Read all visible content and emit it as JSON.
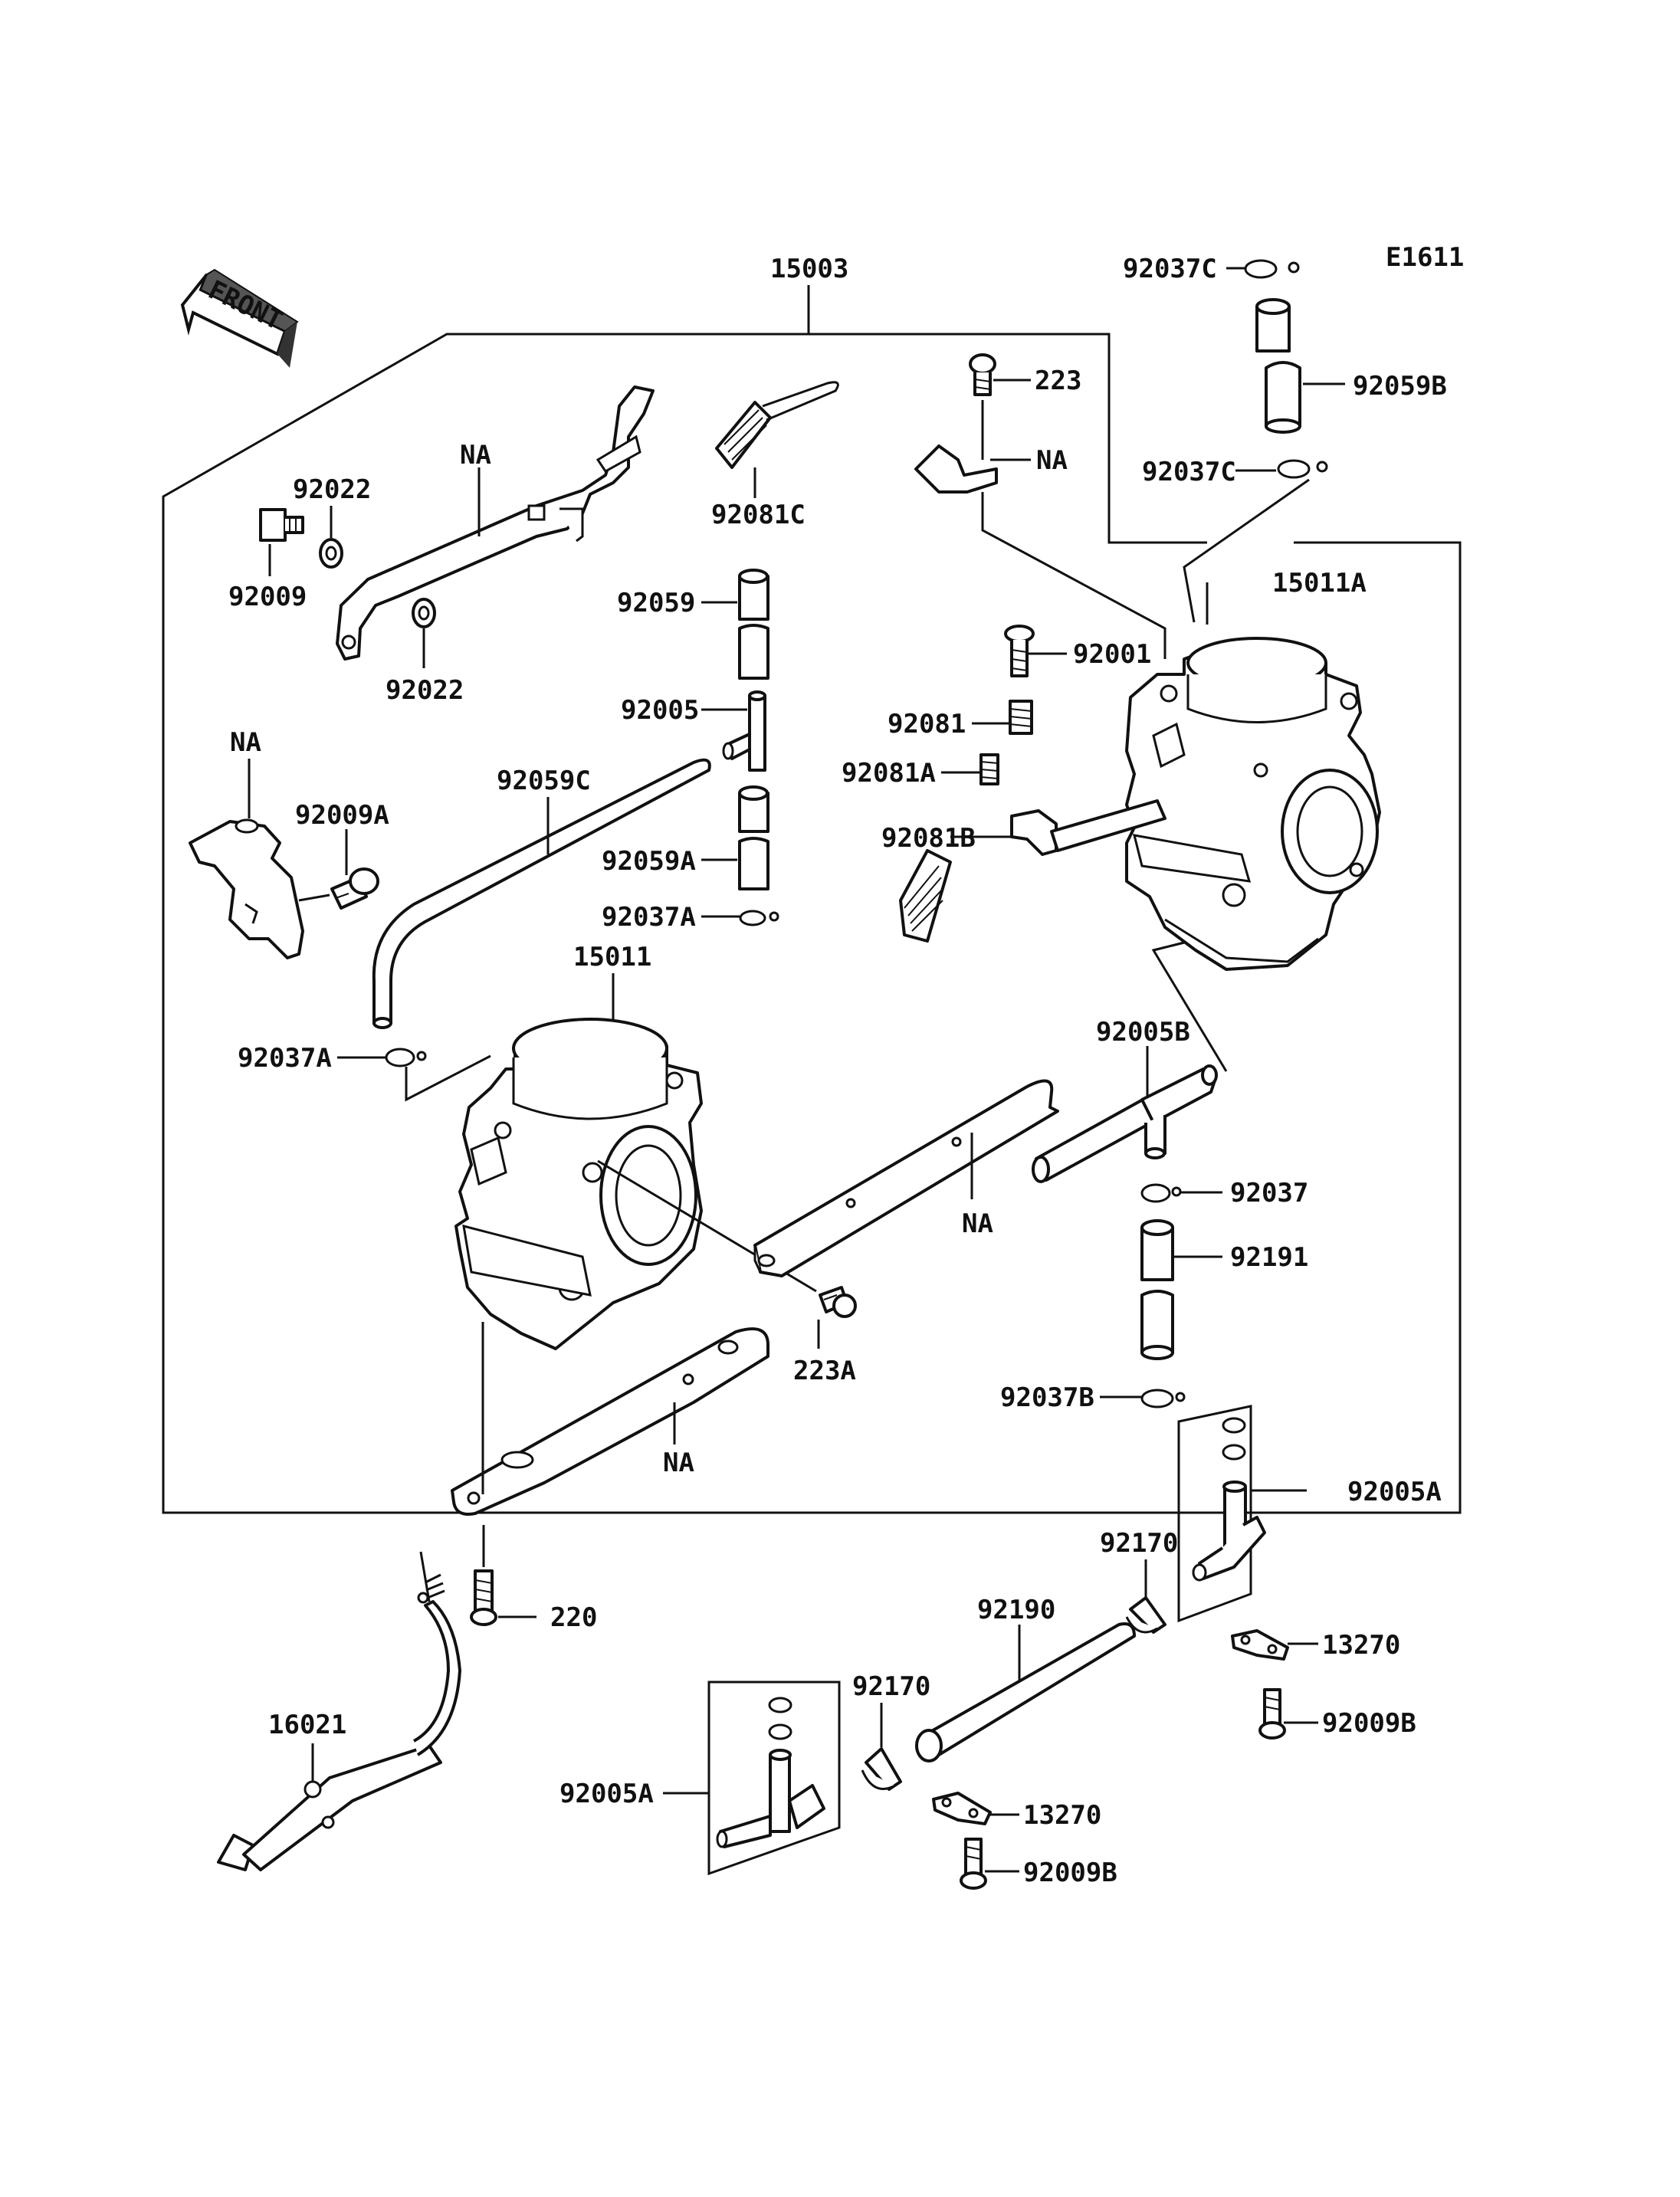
{
  "diagram_code": "E1611",
  "front_arrow": {
    "text": "FRONT"
  },
  "labels": {
    "l15003": "15003",
    "l92037C_top": "92037C",
    "l223": "223",
    "lNA_bracket_top": "NA",
    "l92059B": "92059B",
    "l92037C_mid": "92037C",
    "l15011A": "15011A",
    "lNA_link_arm": "NA",
    "l92022_top": "92022",
    "l92009": "92009",
    "l92022_bottom": "92022",
    "l92081C": "92081C",
    "l92059": "92059",
    "l92005": "92005",
    "l92001": "92001",
    "l92081": "92081",
    "l92081A": "92081A",
    "l92081B": "92081B",
    "lNA_left_bracket": "NA",
    "l92009A": "92009A",
    "l92059C": "92059C",
    "l92059A": "92059A",
    "l92037A_mid": "92037A",
    "l15011": "15011",
    "l92037A_left": "92037A",
    "l92005B": "92005B",
    "l92037": "92037",
    "l92191": "92191",
    "lNA_middle_plate": "NA",
    "l223A": "223A",
    "l92037B": "92037B",
    "l92005A_right": "92005A",
    "lNA_bottom_plate": "NA",
    "l92170_right": "92170",
    "l92190": "92190",
    "l13270_right": "13270",
    "l220": "220",
    "l92009B_right": "92009B",
    "l16021": "16021",
    "l92170_left": "92170",
    "l92005A_left": "92005A",
    "l13270_left": "13270",
    "l92009B_left": "92009B"
  }
}
